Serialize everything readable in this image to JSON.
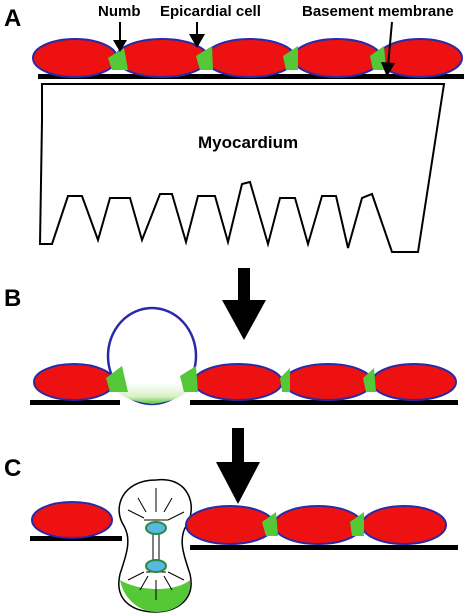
{
  "panels": [
    {
      "label": "A"
    },
    {
      "label": "B"
    },
    {
      "label": "C"
    }
  ],
  "annotations": {
    "numb": "Numb",
    "epicardial_cell": "Epicardial cell",
    "basement_membrane": "Basement membrane",
    "myocardium": "Myocardium"
  },
  "colors": {
    "cell_fill": "#ee1111",
    "cell_outline": "#2a2aa8",
    "numb": "#55c838",
    "membrane": "#000000",
    "spindle_blue": "#58b8e0"
  }
}
